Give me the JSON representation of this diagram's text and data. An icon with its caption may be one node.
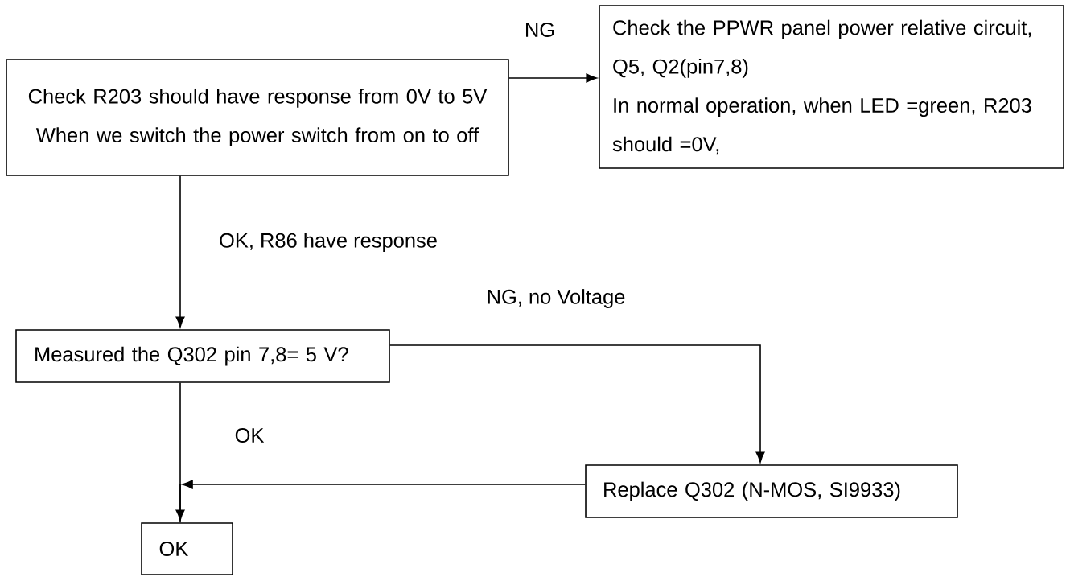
{
  "diagram": {
    "nodes": [
      {
        "text": [
          "Check R203 should have response from 0V to 5V",
          "When we switch the power switch from on to off"
        ]
      },
      {
        "text": [
          "Check the PPWR panel power relative circuit, Q5, Q2(pin7,8)",
          "In normal operation, when LED =green, R203 should =0V,"
        ]
      },
      {
        "text": [
          "Measured the Q302 pin 7,8= 5 V?"
        ]
      },
      {
        "text": [
          "Replace Q302 (N-MOS, SI9933)"
        ]
      },
      {
        "text": [
          "OK"
        ]
      }
    ],
    "edges": [
      {
        "from": 0,
        "to": 1,
        "arrow": "to",
        "label": "NG"
      },
      {
        "from": 0,
        "to": 2,
        "arrow": "to",
        "label": "OK, R86 have response"
      },
      {
        "from": 2,
        "to": 3,
        "arrow": "to",
        "label": "NG, no Voltage"
      },
      {
        "from": 3,
        "to": 4,
        "arrow": "to"
      },
      {
        "from": 2,
        "to": 4,
        "arrow": "to",
        "label": "OK"
      }
    ]
  }
}
